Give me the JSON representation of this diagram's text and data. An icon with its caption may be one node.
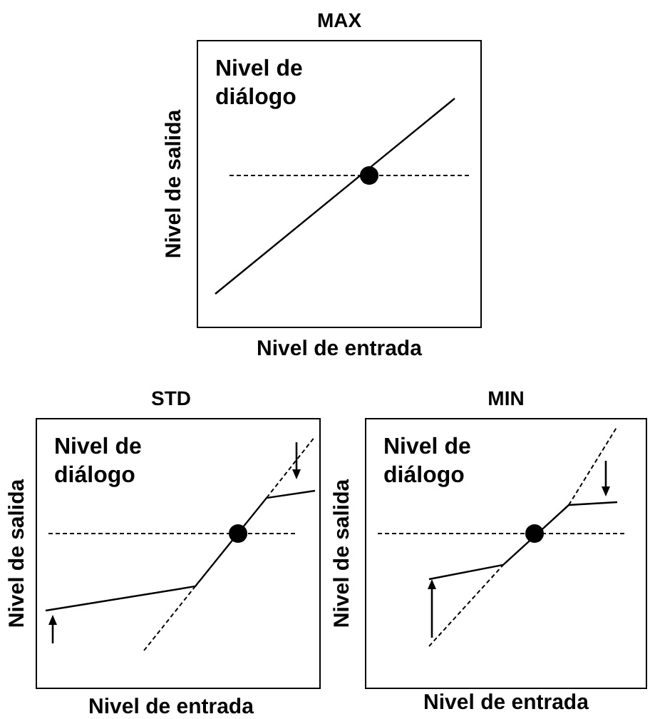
{
  "diagram": {
    "nodes": [
      {
        "text": [
          "MAX",
          "Nivel de diálogo"
        ],
        "beside": [
          "Nivel de salida",
          "Nivel de entrada"
        ]
      },
      {
        "text": [
          "STD",
          "Nivel de diálogo"
        ],
        "beside": [
          "Nivel de salida",
          "Nivel de entrada"
        ]
      },
      {
        "text": [
          "MIN",
          "Nivel de diálogo"
        ],
        "beside": [
          "Nivel de salida",
          "Nivel de entrada"
        ]
      }
    ]
  }
}
